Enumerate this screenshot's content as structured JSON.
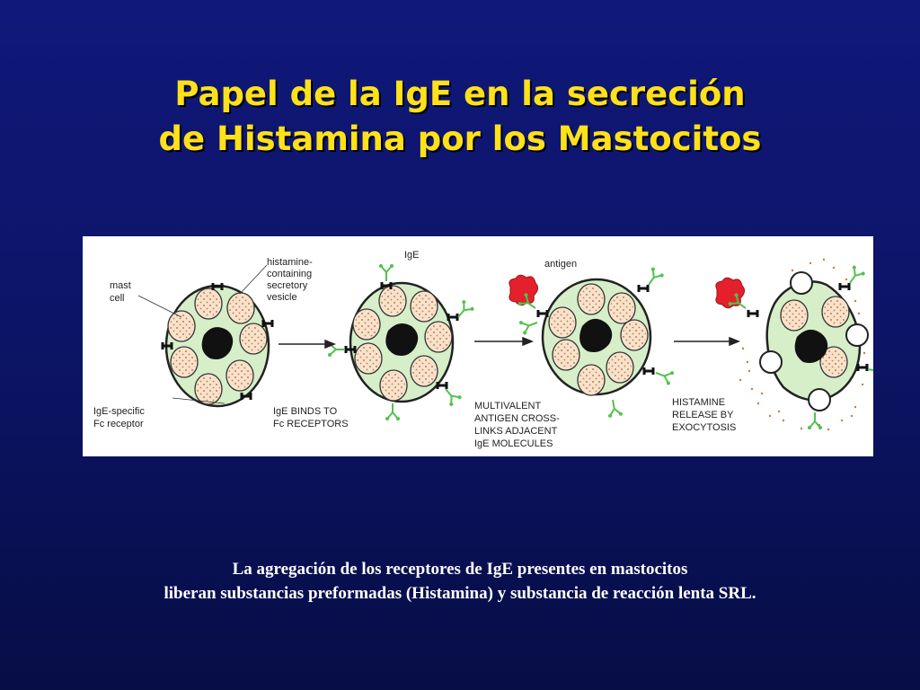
{
  "slide": {
    "title_line1": "Papel de la IgE en la secreción",
    "title_line2": "de Histamina por los Mastocitos",
    "caption_line1": "La agregación de los receptores de IgE presentes en mastocitos",
    "caption_line2": "liberan substancias preformadas (Histamina) y substancia de reacción lenta SRL."
  },
  "diagram": {
    "label_mast": "mast",
    "label_cell": "cell",
    "label_vesicle_1": "histamine-",
    "label_vesicle_2": "containing",
    "label_vesicle_3": "secretory",
    "label_vesicle_4": "vesicle",
    "label_receptor_1": "IgE-specific",
    "label_receptor_2": "Fc receptor",
    "label_ige": "IgE",
    "label_antigen": "antigen",
    "step1_line1": "IgE BINDS TO",
    "step1_line2": "Fc RECEPTORS",
    "step2_line1": "MULTIVALENT",
    "step2_line2": "ANTIGEN CROSS-",
    "step2_line3": "LINKS ADJACENT",
    "step2_line4": "IgE MOLECULES",
    "step3_line1": "HISTAMINE",
    "step3_line2": "RELEASE BY",
    "step3_line3": "EXOCYTOSIS"
  },
  "colors": {
    "background": "#10187a",
    "title": "#ffe11a",
    "caption": "#ffffff",
    "cell_fill": "#d6efc9",
    "vesicle_fill": "#f7e2cc",
    "granule": "#c97a4a",
    "ige": "#52c24e",
    "antigen": "#e3202b"
  }
}
